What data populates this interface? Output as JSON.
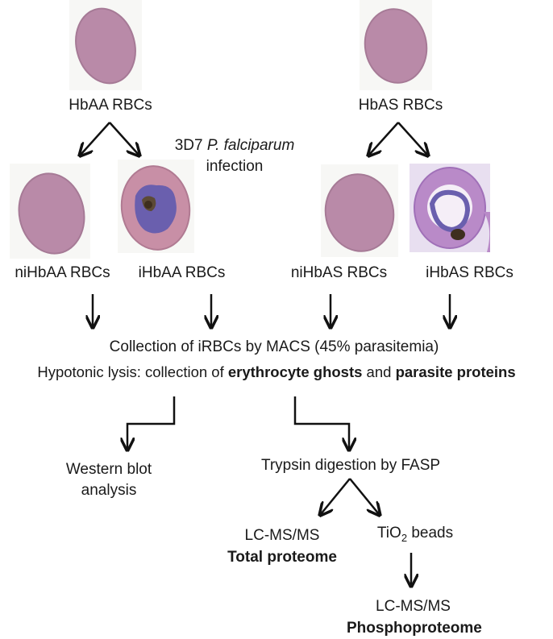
{
  "groups": {
    "hbaa": {
      "label": "HbAA RBCs",
      "ni_label": "niHbAA RBCs",
      "i_label": "iHbAA RBCs"
    },
    "hbas": {
      "label": "HbAS RBCs",
      "ni_label": "niHbAS RBCs",
      "i_label": "iHbAS RBCs"
    }
  },
  "infection": {
    "line1_prefix": "3D7 ",
    "line1_species": "P. falciparum",
    "line2": "infection"
  },
  "collection": {
    "line1": "Collection of iRBCs by MACS (45% parasitemia)",
    "line2_prefix": "Hypotonic lysis: collection of ",
    "line2_bold1": "erythrocyte ghosts",
    "line2_mid": " and ",
    "line2_bold2": "parasite proteins"
  },
  "western": {
    "line1": "Western blot",
    "line2": "analysis"
  },
  "trypsin": {
    "label": "Trypsin digestion by FASP"
  },
  "total": {
    "line1": "LC-MS/MS",
    "line2": "Total proteome"
  },
  "tio2": {
    "prefix": "TiO",
    "sub": "2",
    "suffix": " beads"
  },
  "phospho": {
    "line1": "LC-MS/MS",
    "line2": "Phosphoproteome"
  },
  "colors": {
    "rbc": "#b98aa8",
    "rbc_edge": "#a07890",
    "parasite": "#6a5fae",
    "hemozoin": "#4a3020",
    "arrow": "#111111"
  }
}
